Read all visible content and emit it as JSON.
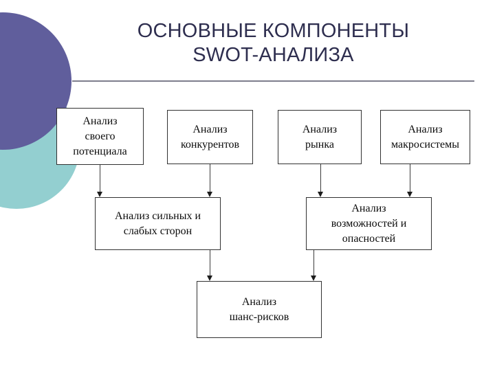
{
  "slide": {
    "title_lines": [
      "ОСНОВНЫЕ КОМПОНЕНТЫ",
      "SWOT-АНАЛИЗА"
    ],
    "title_color": "#2E2E4F",
    "rule_color": "#7D7D8C",
    "background_color": "#FFFFFF"
  },
  "decorations": {
    "circle_purple": {
      "name": "purple-circle",
      "color": "#605E9C"
    },
    "circle_teal": {
      "name": "teal-circle",
      "color": "#93CFD0"
    }
  },
  "diagram": {
    "type": "flowchart",
    "box_border_color": "#303030",
    "box_fill_color": "#FFFFFF",
    "connector_color": "#3A3A3A",
    "nodes": [
      {
        "id": "own-potential",
        "label": "Анализ\nсвоего\nпотенциала",
        "row": 1
      },
      {
        "id": "competitors",
        "label": "Анализ\nконкурентов",
        "row": 1
      },
      {
        "id": "market",
        "label": "Анализ\nрынка",
        "row": 1
      },
      {
        "id": "macrosystem",
        "label": "Анализ\nмакросистемы",
        "row": 1
      },
      {
        "id": "strengths-weaknesses",
        "label": "Анализ сильных и\nслабых сторон",
        "row": 2
      },
      {
        "id": "opportunities-risks",
        "label": "Анализ\nвозможностей и\nопасностей",
        "row": 2
      },
      {
        "id": "chance-risk",
        "label": "Анализ\nшанс-рисков",
        "row": 3
      }
    ],
    "edges": [
      {
        "from": "own-potential",
        "to": "strengths-weaknesses"
      },
      {
        "from": "competitors",
        "to": "strengths-weaknesses"
      },
      {
        "from": "market",
        "to": "opportunities-risks"
      },
      {
        "from": "macrosystem",
        "to": "opportunities-risks"
      },
      {
        "from": "strengths-weaknesses",
        "to": "chance-risk"
      },
      {
        "from": "opportunities-risks",
        "to": "chance-risk"
      }
    ]
  }
}
